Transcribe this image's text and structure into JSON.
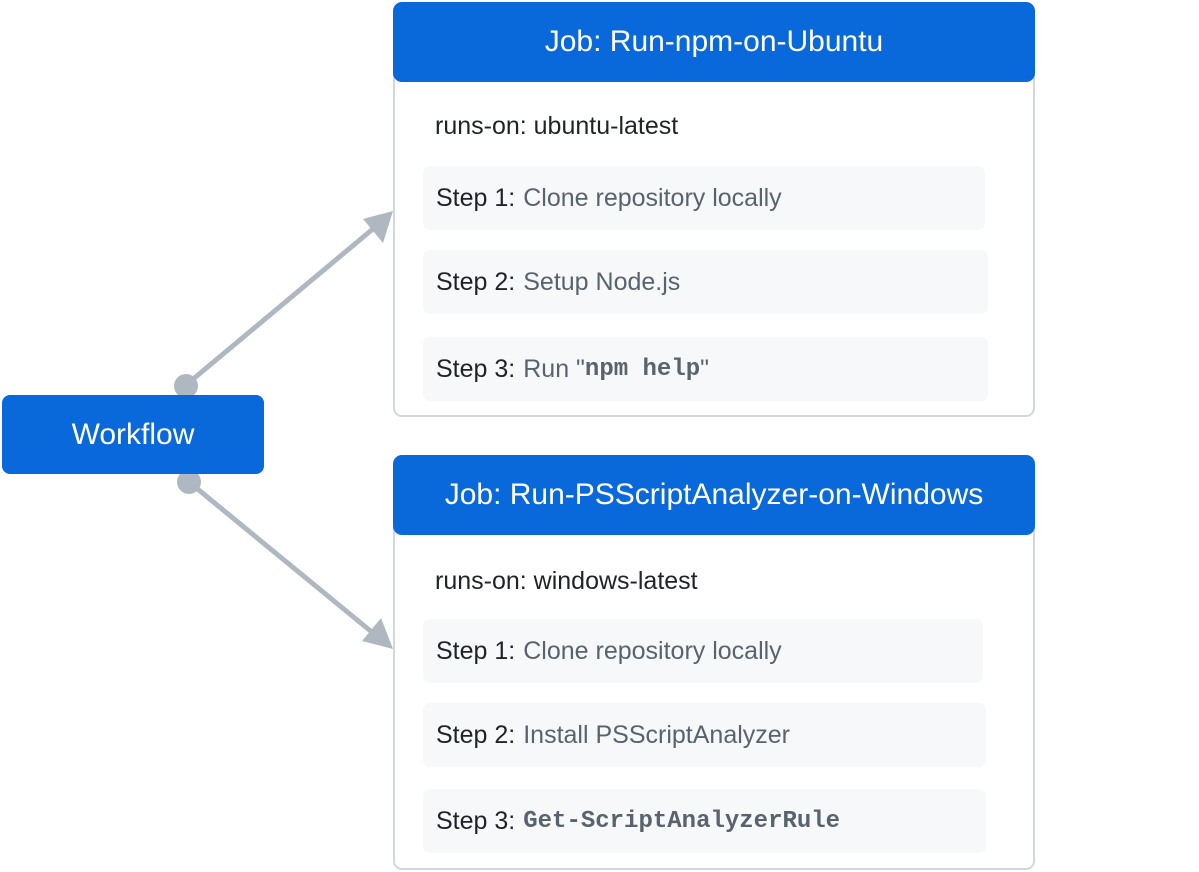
{
  "workflow": {
    "label": "Workflow"
  },
  "colors": {
    "accent": "#0969da",
    "connector": "#afb8c1",
    "card_border": "#d0d7de",
    "step_bg": "#f6f8fa",
    "step_text": "#59636e"
  },
  "jobs": [
    {
      "title": "Job: Run-npm-on-Ubuntu",
      "runs_on": "runs-on: ubuntu-latest",
      "steps": [
        {
          "label": "Step 1:",
          "text": "Clone repository locally"
        },
        {
          "label": "Step 2:",
          "text": "Setup Node.js"
        },
        {
          "label": "Step 3:",
          "prefix": "Run ",
          "quote_open": "\"",
          "code": "npm help",
          "quote_close": "\""
        }
      ]
    },
    {
      "title": "Job: Run-PSScriptAnalyzer-on-Windows",
      "runs_on": "runs-on: windows-latest",
      "steps": [
        {
          "label": "Step 1:",
          "text": "Clone repository locally"
        },
        {
          "label": "Step 2:",
          "text": "Install PSScriptAnalyzer"
        },
        {
          "label": "Step 3:",
          "code": "Get-ScriptAnalyzerRule"
        }
      ]
    }
  ]
}
